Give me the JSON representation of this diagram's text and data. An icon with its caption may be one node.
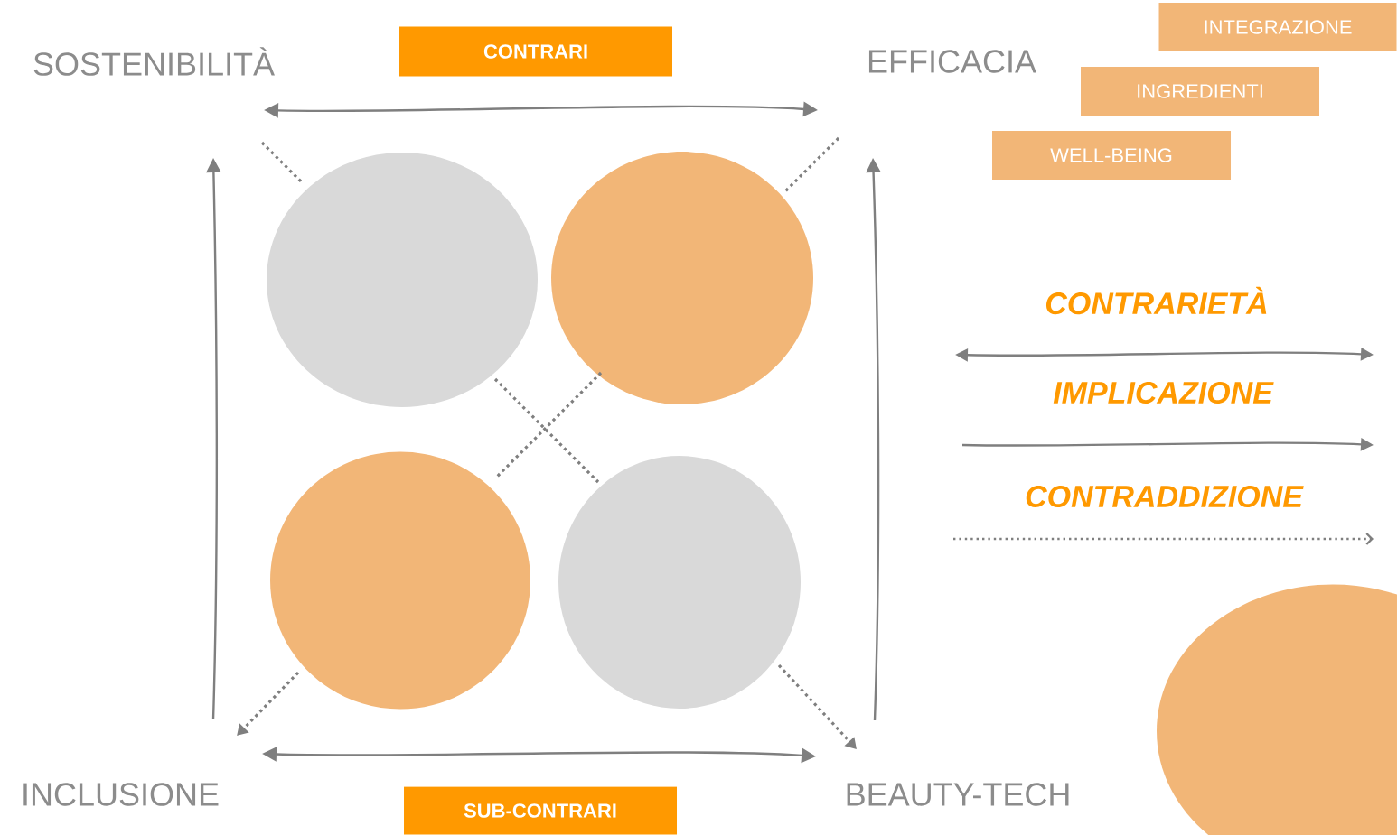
{
  "diagram": {
    "nodes": [
      {
        "text": [
          "SOSTENIBILITÀ"
        ]
      },
      {
        "text": [
          "EFFICACIA"
        ]
      },
      {
        "text": [
          "INCLUSIONE"
        ]
      },
      {
        "text": [
          "BEAUTY-TECH"
        ]
      },
      {
        "text": [],
        "shape": "circle"
      },
      {
        "text": [],
        "shape": "circle"
      },
      {
        "text": [],
        "shape": "circle"
      },
      {
        "text": [],
        "shape": "circle"
      },
      {
        "text": [],
        "shape": "circle"
      },
      {
        "text": [
          "CONTRARI"
        ]
      },
      {
        "text": [
          "SUB-CONTRARI"
        ]
      },
      {
        "text": [
          "INTEGRAZIONE"
        ]
      },
      {
        "text": [
          "INGREDIENTI"
        ]
      },
      {
        "text": [
          "WELL-BEING"
        ]
      }
    ],
    "edges": [
      {
        "from": 0,
        "to": 1,
        "arrow": "both"
      },
      {
        "from": 2,
        "to": 3,
        "arrow": "both"
      },
      {
        "from": 2,
        "to": 0,
        "arrow": "to"
      },
      {
        "from": 3,
        "to": 1,
        "arrow": "to"
      },
      {
        "from": 0,
        "to": 4,
        "arrow": "none",
        "style": "dashed"
      },
      {
        "from": 4,
        "to": 7,
        "arrow": "none",
        "style": "dashed"
      },
      {
        "from": 7,
        "to": 3,
        "arrow": "to",
        "style": "dashed"
      },
      {
        "from": 1,
        "to": 5,
        "arrow": "none",
        "style": "dashed"
      },
      {
        "from": 5,
        "to": 6,
        "arrow": "none",
        "style": "dashed"
      },
      {
        "from": 6,
        "to": 2,
        "arrow": "to",
        "style": "dashed"
      }
    ],
    "legend": [
      {
        "text": "CONTRARIETÀ"
      },
      {
        "text": "IMPLICAZIONE"
      },
      {
        "text": "CONTRADDIZIONE"
      }
    ]
  }
}
